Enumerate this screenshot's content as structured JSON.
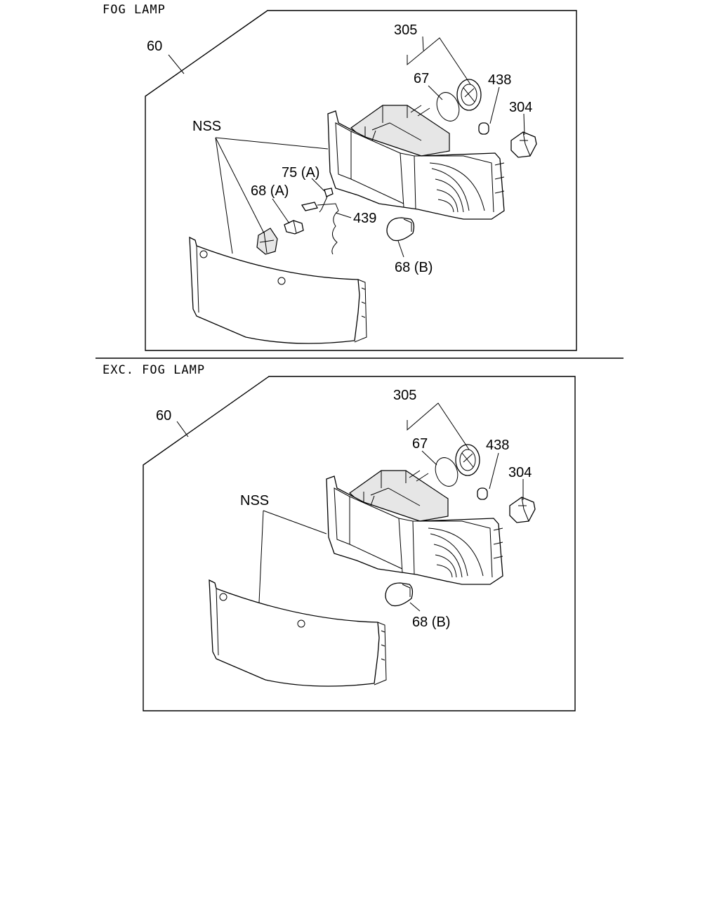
{
  "sections": [
    {
      "title": "FOG LAMP",
      "callouts": {
        "assembly": "60",
        "kit": "305",
        "oring": "67",
        "cap": "438",
        "socket": "304",
        "side": "NSS",
        "screw": "75 (A)",
        "fog_bulb": "68 (A)",
        "harness": "439",
        "bulb": "68 (B)"
      }
    },
    {
      "title": "EXC. FOG LAMP",
      "callouts": {
        "assembly": "60",
        "kit": "305",
        "oring": "67",
        "cap": "438",
        "socket": "304",
        "side": "NSS",
        "bulb": "68 (B)"
      }
    }
  ]
}
